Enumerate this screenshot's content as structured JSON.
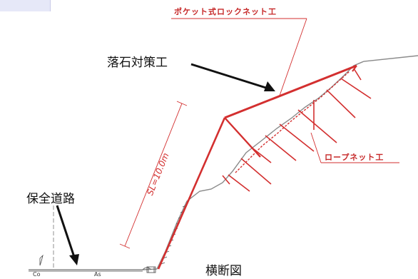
{
  "labels": {
    "pocket_rock_net": "ポケット式ロックネット工",
    "rockfall_measures": "落石対策工",
    "slope_length": "SL=10.0m",
    "rope_net": "ロープネット工",
    "protected_road": "保全道路",
    "cross_section": "横断図",
    "asphalt": "As",
    "concrete": "Co"
  },
  "colors": {
    "red": "#d32f2f",
    "black": "#111111",
    "ground": "#888888"
  }
}
